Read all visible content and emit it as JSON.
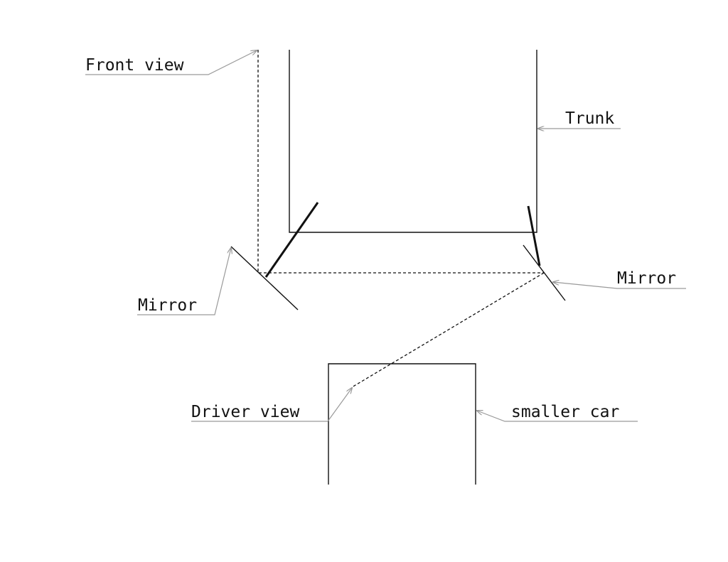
{
  "labels": {
    "front_view": "Front view",
    "trunk": "Trunk",
    "mirror_right": "Mirror",
    "mirror_left": "Mirror",
    "driver_view": "Driver view",
    "smaller_car": "smaller car"
  },
  "colors": {
    "line": "#111111",
    "leader": "#9a9a9a",
    "background": "#ffffff"
  }
}
